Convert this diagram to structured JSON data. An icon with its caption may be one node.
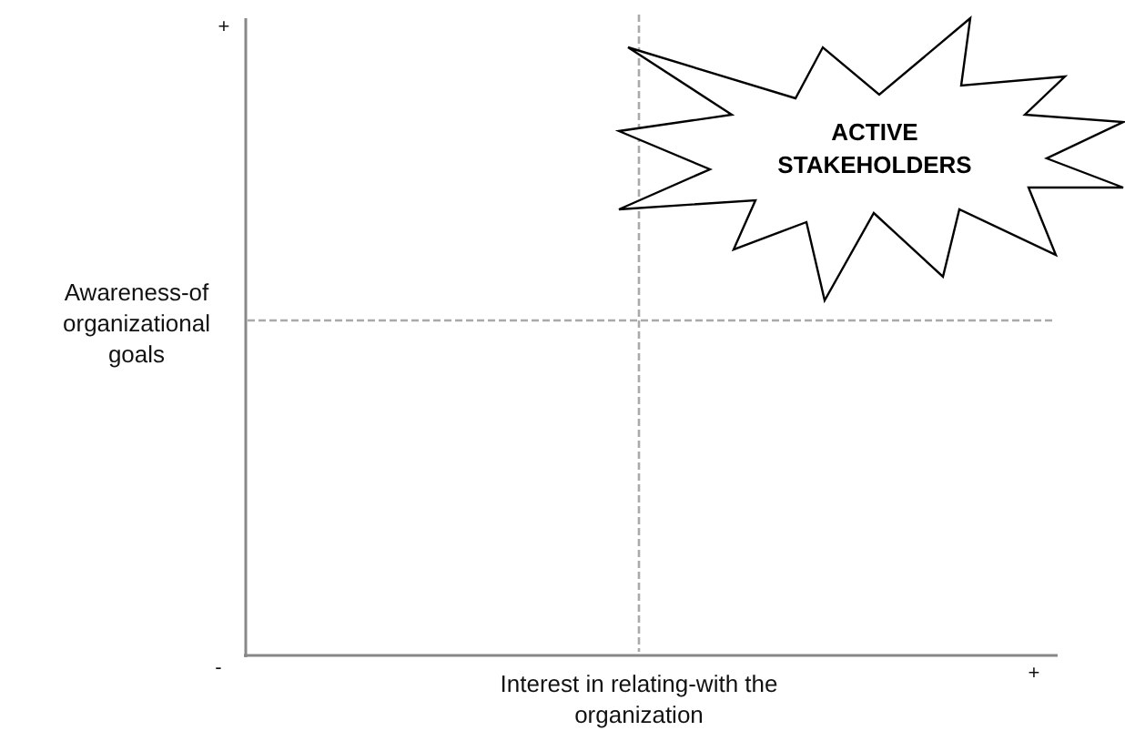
{
  "diagram": {
    "nodes": [
      {
        "text": [
          "ACTIVE STAKEHOLDERS"
        ]
      }
    ],
    "labels": [
      "+",
      "Awareness-of organizational goals",
      "-",
      "Interest in relating-with the organization",
      "+"
    ]
  }
}
